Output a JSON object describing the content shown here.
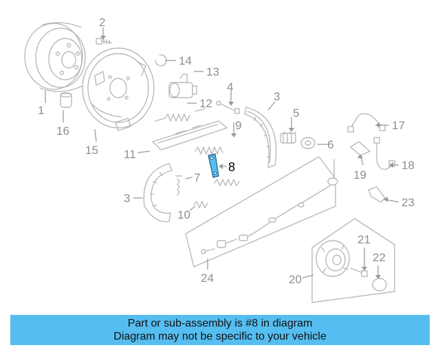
{
  "diagram": {
    "highlight_color": "#55bdf0",
    "highlighted_part": "8",
    "part_numbers": [
      "1",
      "2",
      "3",
      "3",
      "4",
      "5",
      "6",
      "7",
      "8",
      "9",
      "10",
      "11",
      "12",
      "13",
      "14",
      "15",
      "16",
      "17",
      "18",
      "19",
      "20",
      "21",
      "22",
      "23",
      "24"
    ]
  },
  "banner": {
    "background": "#55bdf0",
    "line1": "Part or sub-assembly is #8 in diagram",
    "line2": "Diagram may not be specific to your vehicle"
  }
}
